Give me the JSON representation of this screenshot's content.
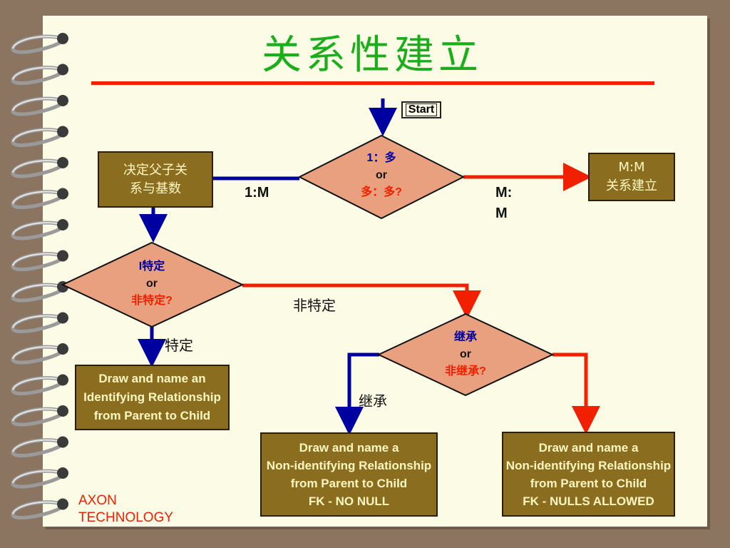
{
  "title": "关系性建立",
  "start_label": "Start",
  "decisions": {
    "d1": {
      "line1": "1：多",
      "line2": "or",
      "line3": "多：多?"
    },
    "d2": {
      "line1": "I特定",
      "line2": "or",
      "line3": "非特定?"
    },
    "d3": {
      "line1": "继承",
      "line2": "or",
      "line3": "非继承?"
    }
  },
  "boxes": {
    "parent_child": "决定父子关\n系与基数",
    "mm": "M:M\n关系建立",
    "identifying": "Draw and name an\nIdentifying Relationship\nfrom Parent to Child",
    "non_id_no_null": "Draw and name a\nNon-identifying Relationship\nfrom Parent to Child\nFK -  NO NULL",
    "non_id_nulls": "Draw and name a\nNon-identifying Relationship\nfrom Parent to Child\nFK -  NULLS ALLOWED"
  },
  "edge_labels": {
    "one_to_many": "1:M",
    "many_to_many_1": "M:",
    "many_to_many_2": "M",
    "non_specific": "非特定",
    "specific": "特定",
    "inherit": "继承"
  },
  "brand": {
    "line1": "AXON",
    "line2": "TECHNOLOGY"
  },
  "colors": {
    "blue": "#0000a0",
    "red": "#f02000",
    "diamond": "#e9a07e",
    "box": "#8a6d1e",
    "title": "#1aae1a"
  }
}
